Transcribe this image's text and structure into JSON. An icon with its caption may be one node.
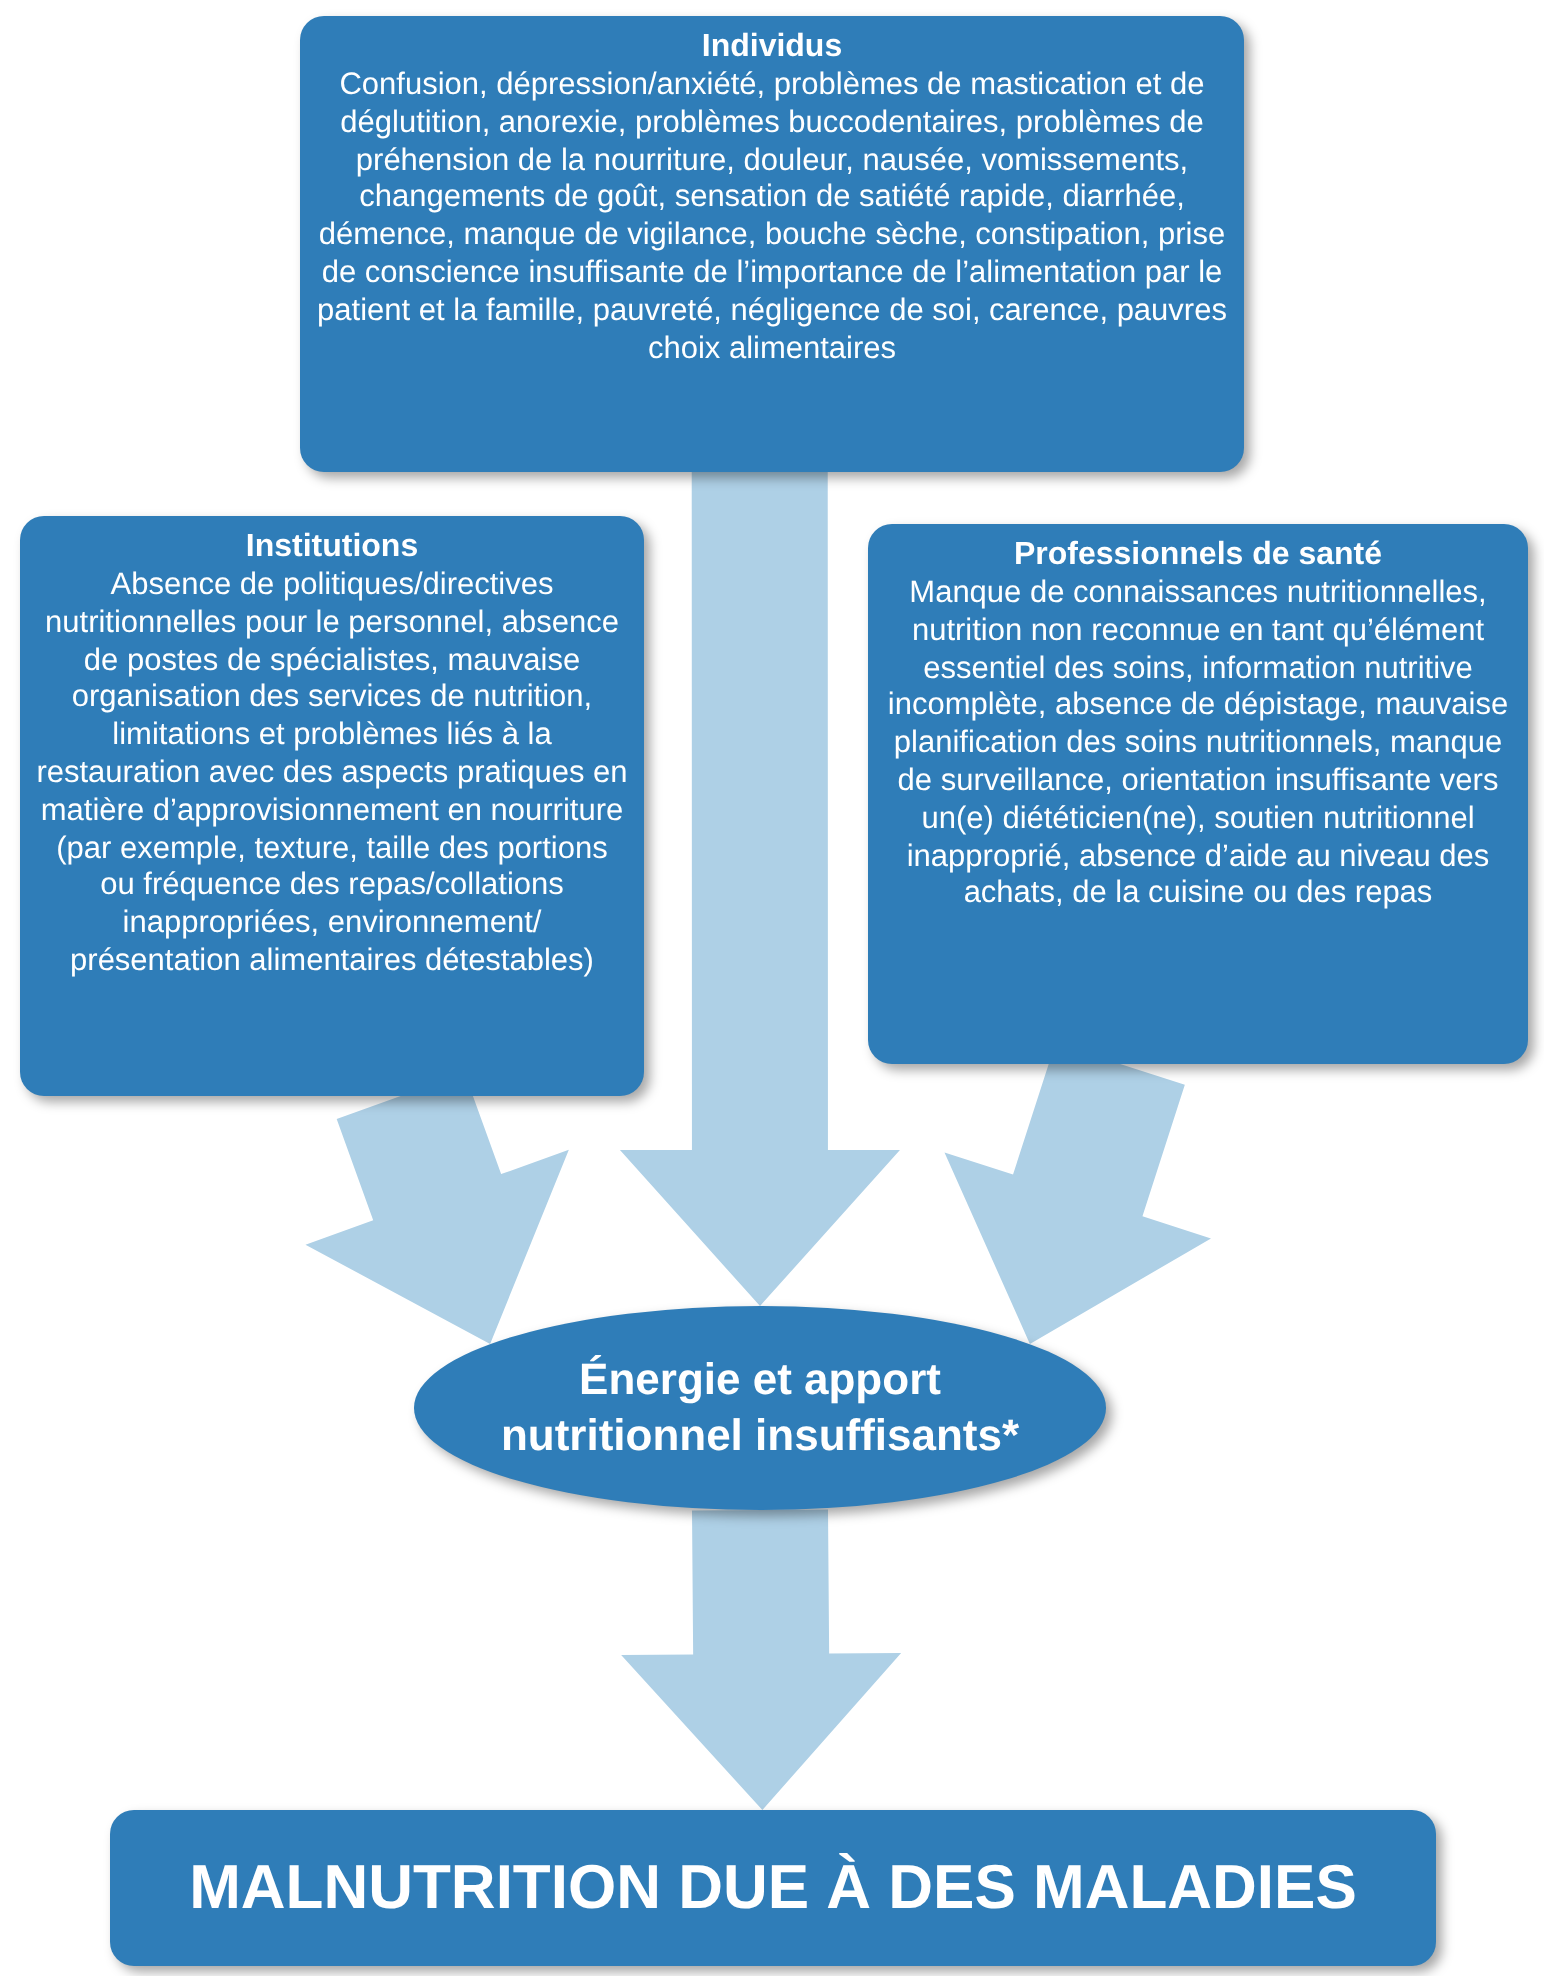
{
  "diagram": {
    "nodes": [
      {
        "text": [
          "Individus",
          "Confusion, dépression/anxiété, problèmes de mastication et de déglutition, anorexie, problèmes buccodentaires, problèmes de préhension de la nourriture, douleur, nausée, vomissements, changements de goût, sensation de satiété rapide, diarrhée, démence, manque de vigilance, bouche sèche, constipation, prise de conscience insuffisante de l’importance de l’alimentation par le patient et la famille, pauvreté, négligence de soi, carence, pauvres choix alimentaires"
        ]
      },
      {
        "text": [
          "Institutions",
          "Absence de politiques/directives nutritionnelles pour le personnel, absence de postes de spécialistes, mauvaise organisation des services de nutrition, limitations et problèmes liés à la restauration avec des aspects pratiques en matière d’approvisionnement en nourriture (par exemple, texture, taille des portions ou fréquence des repas/collations inappropriées, environnement/ présentation alimentaires détestables)"
        ]
      },
      {
        "text": [
          "Professionnels de santé",
          "Manque de connaissances nutritionnelles, nutrition non reconnue en tant qu’élément essentiel des soins, information nutritive incomplète, absence de dépistage, mauvaise planification des soins nutritionnels, manque de surveillance, orientation insuffisante vers un(e) diététicien(ne), soutien nutritionnel inapproprié, absence d’aide au niveau des achats, de la cuisine ou des repas"
        ]
      },
      {
        "text": [
          "Énergie et apport nutritionnel insuffisants*"
        ]
      },
      {
        "text": [
          "MALNUTRITION DUE À DES MALADIES"
        ]
      }
    ],
    "edges": [
      {
        "from": 0,
        "to": 3,
        "arrow": "to"
      },
      {
        "from": 1,
        "to": 3,
        "arrow": "to"
      },
      {
        "from": 2,
        "to": 3,
        "arrow": "to"
      },
      {
        "from": 3,
        "to": 4,
        "arrow": "to"
      }
    ]
  }
}
